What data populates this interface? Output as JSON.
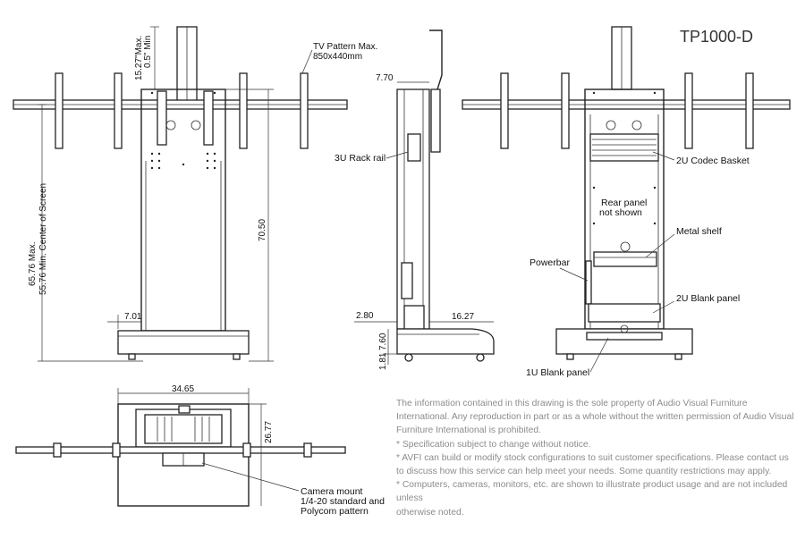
{
  "title": "TP1000-D",
  "front_view": {
    "dim_top_max": "15.27\"Max.",
    "dim_top_min": "0.5\" Min",
    "tv_pattern": "TV Pattern Max.",
    "tv_pattern_size": "850x440mm",
    "dim_center_max": "65.76 Max.",
    "dim_center_min": "55.76 Min. Center of Screen",
    "dim_height": "70.50",
    "dim_base_side": "7.01"
  },
  "side_view": {
    "dim_top": "7.70",
    "rack_rail": "3U Rack rail",
    "dim_base_left": "2.80",
    "dim_depth": "16.27",
    "dim_base_height": "7.60",
    "dim_clearance": "1.81"
  },
  "rear_view": {
    "codec_basket": "2U Codec Basket",
    "rear_panel": "Rear panel",
    "rear_panel_2": "not shown",
    "metal_shelf": "Metal shelf",
    "powerbar": "Powerbar",
    "blank_2u": "2U Blank panel",
    "blank_1u": "1U Blank panel"
  },
  "top_view": {
    "dim_width": "34.65",
    "dim_depth": "26.77",
    "camera_mount": "Camera mount",
    "camera_mount_2": "1/4-20 standard and",
    "camera_mount_3": "Polycom pattern"
  },
  "notes": [
    "The information contained in this drawing is the sole property of Audio Visual Furniture International. Any reproduction in part or as a whole without the written permission of Audio Visual Furniture International is prohibited.",
    "* Specification subject to change without notice.",
    "* AVFI can build or modify stock configurations to suit customer specifications. Please contact us to discuss how this service can help meet your needs. Some quantity restrictions may apply.",
    "* Computers, cameras, monitors, etc. are shown to illustrate product usage and are not included unless",
    "otherwise noted."
  ]
}
